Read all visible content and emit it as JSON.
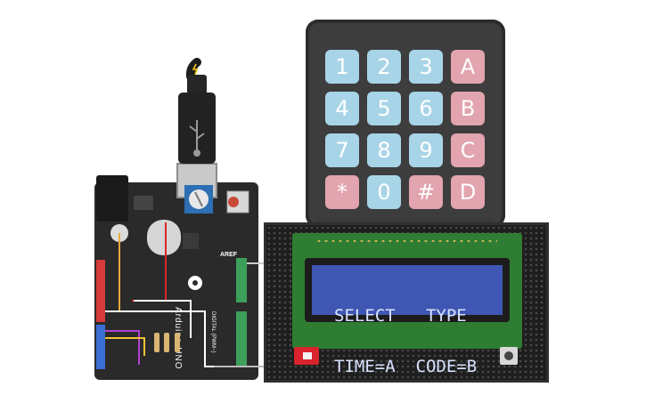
{
  "keypad": {
    "keys": [
      {
        "label": "1",
        "tone": "blue"
      },
      {
        "label": "2",
        "tone": "blue"
      },
      {
        "label": "3",
        "tone": "blue"
      },
      {
        "label": "A",
        "tone": "red"
      },
      {
        "label": "4",
        "tone": "blue"
      },
      {
        "label": "5",
        "tone": "blue"
      },
      {
        "label": "6",
        "tone": "blue"
      },
      {
        "label": "B",
        "tone": "red"
      },
      {
        "label": "7",
        "tone": "blue"
      },
      {
        "label": "8",
        "tone": "blue"
      },
      {
        "label": "9",
        "tone": "blue"
      },
      {
        "label": "C",
        "tone": "red"
      },
      {
        "label": "*",
        "tone": "red"
      },
      {
        "label": "0",
        "tone": "blue"
      },
      {
        "label": "#",
        "tone": "red"
      },
      {
        "label": "D",
        "tone": "red"
      }
    ]
  },
  "lcd": {
    "line1": "SELECT   TYPE",
    "line2": "TIME=A  CODE=B"
  },
  "arduino": {
    "aref_label": "AREF",
    "digital_label": "DIGITAL (PWM~)",
    "brand": "Arduino",
    "model": "UNO"
  },
  "colors": {
    "key_blue": "#a8d4e8",
    "key_red": "#e2a4ae",
    "lcd_blue": "#3f56b3",
    "pcb_green": "#2e7d32"
  },
  "icons": [
    "usb-icon",
    "potentiometer-icon",
    "led-icon",
    "resistor-icon"
  ]
}
